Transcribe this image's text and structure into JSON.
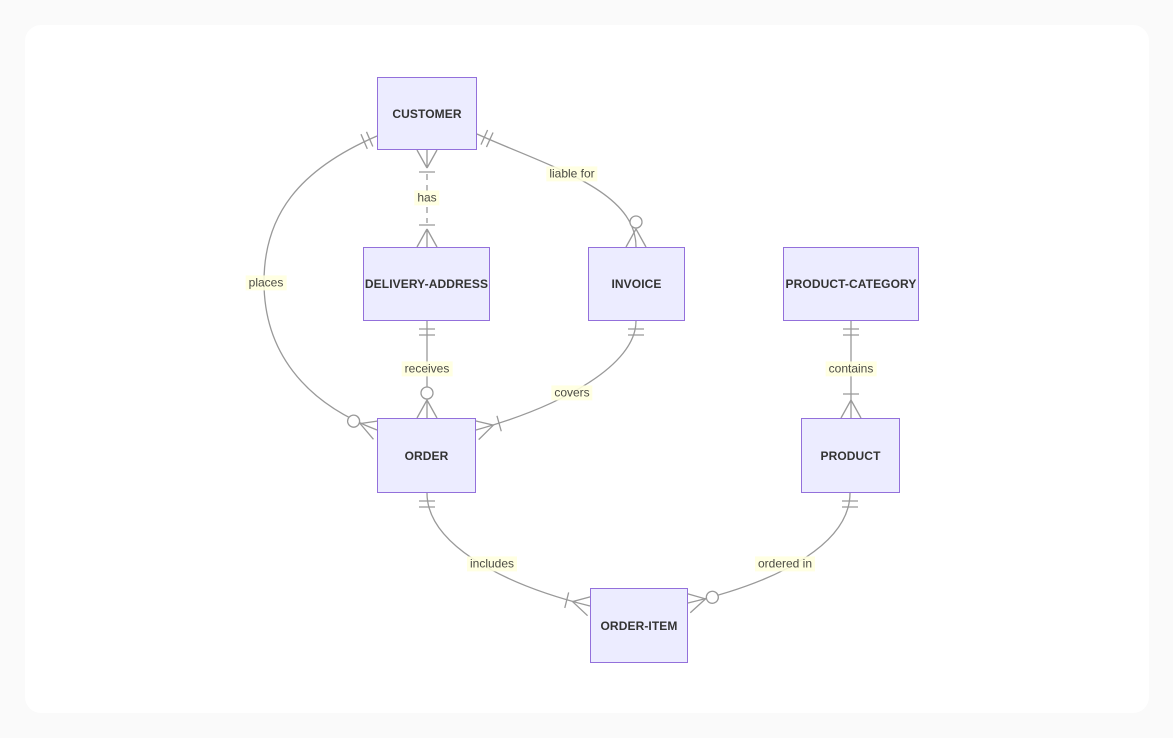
{
  "page": {
    "background_color": "#fafafa",
    "card_background_color": "#ffffff"
  },
  "diagram": {
    "type": "entity-relationship",
    "notation": "crow-foot",
    "colors": {
      "entity_fill": "#ECECFF",
      "entity_border": "#9370DB",
      "line": "#999999",
      "entity_text": "#333333",
      "label_text": "#4b4b44",
      "label_background": "#ffffde"
    },
    "entities": [
      {
        "id": "customer",
        "label": "CUSTOMER"
      },
      {
        "id": "delivery-address",
        "label": "DELIVERY-ADDRESS"
      },
      {
        "id": "invoice",
        "label": "INVOICE"
      },
      {
        "id": "product-category",
        "label": "PRODUCT-CATEGORY"
      },
      {
        "id": "order",
        "label": "ORDER"
      },
      {
        "id": "product",
        "label": "PRODUCT"
      },
      {
        "id": "order-item",
        "label": "ORDER-ITEM"
      }
    ],
    "relationships": [
      {
        "from": "CUSTOMER",
        "to": "DELIVERY-ADDRESS",
        "label": "has",
        "from_cardinality": "one-or-more",
        "to_cardinality": "one-or-more",
        "line_style": "dashed"
      },
      {
        "from": "CUSTOMER",
        "to": "ORDER",
        "label": "places",
        "from_cardinality": "exactly-one",
        "to_cardinality": "zero-or-more",
        "line_style": "solid"
      },
      {
        "from": "CUSTOMER",
        "to": "INVOICE",
        "label": "liable for",
        "from_cardinality": "exactly-one",
        "to_cardinality": "zero-or-more",
        "line_style": "solid"
      },
      {
        "from": "DELIVERY-ADDRESS",
        "to": "ORDER",
        "label": "receives",
        "from_cardinality": "exactly-one",
        "to_cardinality": "zero-or-more",
        "line_style": "solid"
      },
      {
        "from": "INVOICE",
        "to": "ORDER",
        "label": "covers",
        "from_cardinality": "exactly-one",
        "to_cardinality": "one-or-more",
        "line_style": "solid"
      },
      {
        "from": "ORDER",
        "to": "ORDER-ITEM",
        "label": "includes",
        "from_cardinality": "exactly-one",
        "to_cardinality": "one-or-more",
        "line_style": "solid"
      },
      {
        "from": "PRODUCT-CATEGORY",
        "to": "PRODUCT",
        "label": "contains",
        "from_cardinality": "exactly-one",
        "to_cardinality": "one-or-more",
        "line_style": "solid"
      },
      {
        "from": "PRODUCT",
        "to": "ORDER-ITEM",
        "label": "ordered in",
        "from_cardinality": "exactly-one",
        "to_cardinality": "zero-or-more",
        "line_style": "solid"
      }
    ]
  }
}
